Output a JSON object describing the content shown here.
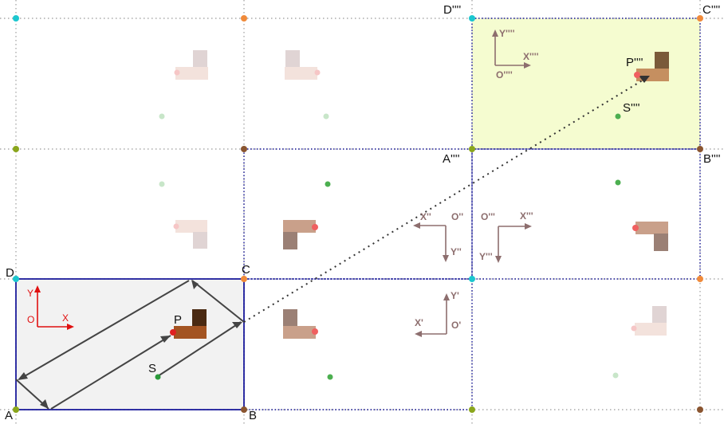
{
  "diagram": {
    "labels": {
      "A": "A",
      "B": "B",
      "C": "C",
      "D": "D",
      "P": "P",
      "S": "S",
      "A4": "A''''",
      "B4": "B''''",
      "C4": "C''''",
      "D4": "D''''",
      "P4": "P''''",
      "S4": "S''''"
    },
    "axes": {
      "original": {
        "x": "X",
        "y": "Y",
        "o": "O"
      },
      "prime1": {
        "x": "X'",
        "y": "Y'",
        "o": "O'"
      },
      "prime2": {
        "x": "X''",
        "y": "Y''",
        "o": "O''"
      },
      "prime3": {
        "x": "X'''",
        "y": "Y'''",
        "o": "O'''"
      },
      "prime4": {
        "x": "X''''",
        "y": "Y''''",
        "o": "O''''"
      }
    },
    "colors": {
      "grid": "#aaaaaa",
      "original_fill": "#f2f2f2",
      "original_border": "#1c1c9c",
      "highlight_fill": "#f5fcd0",
      "path": "#444444",
      "corner_cyan": "#1cc7cf",
      "corner_orange": "#f08a3a",
      "corner_olive": "#8aa61c",
      "corner_brown": "#8a5530",
      "point_P": "#e02020",
      "point_S": "#2a9a3a",
      "axis_original": "#e01010",
      "axis_copy": "#8d6e6e"
    }
  }
}
